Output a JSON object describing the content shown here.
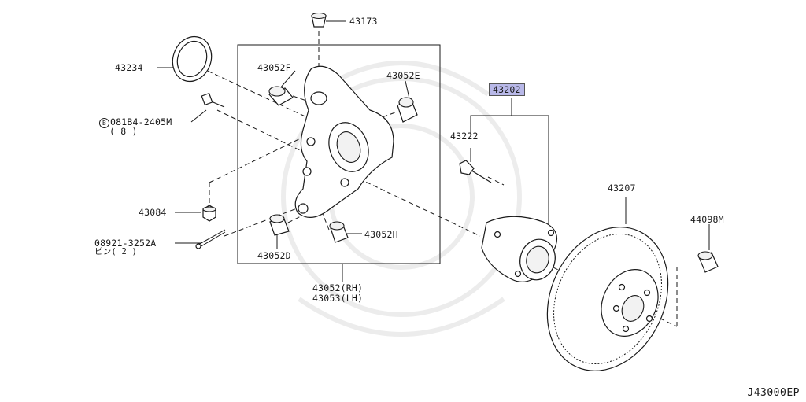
{
  "parts": {
    "p43173": "43173",
    "p43234": "43234",
    "p43052F": "43052F",
    "p43052E": "43052E",
    "p43202": "43202",
    "bolt_code": "081B4-2405M",
    "bolt_prefix": "B",
    "bolt_qty": "( 8 )",
    "p43222": "43222",
    "p43207": "43207",
    "p43084": "43084",
    "p44098M": "44098M",
    "pin_code": "08921-3252A",
    "pin_qty": "ピン( 2 )",
    "p43052H": "43052H",
    "p43052D": "43052D",
    "knuckle_rh": "43052(RH)",
    "knuckle_lh": "43053(LH)"
  },
  "diagram_code": "J43000EP",
  "colors": {
    "line": "#1a1a1a",
    "highlight": "#b8b8e8"
  }
}
